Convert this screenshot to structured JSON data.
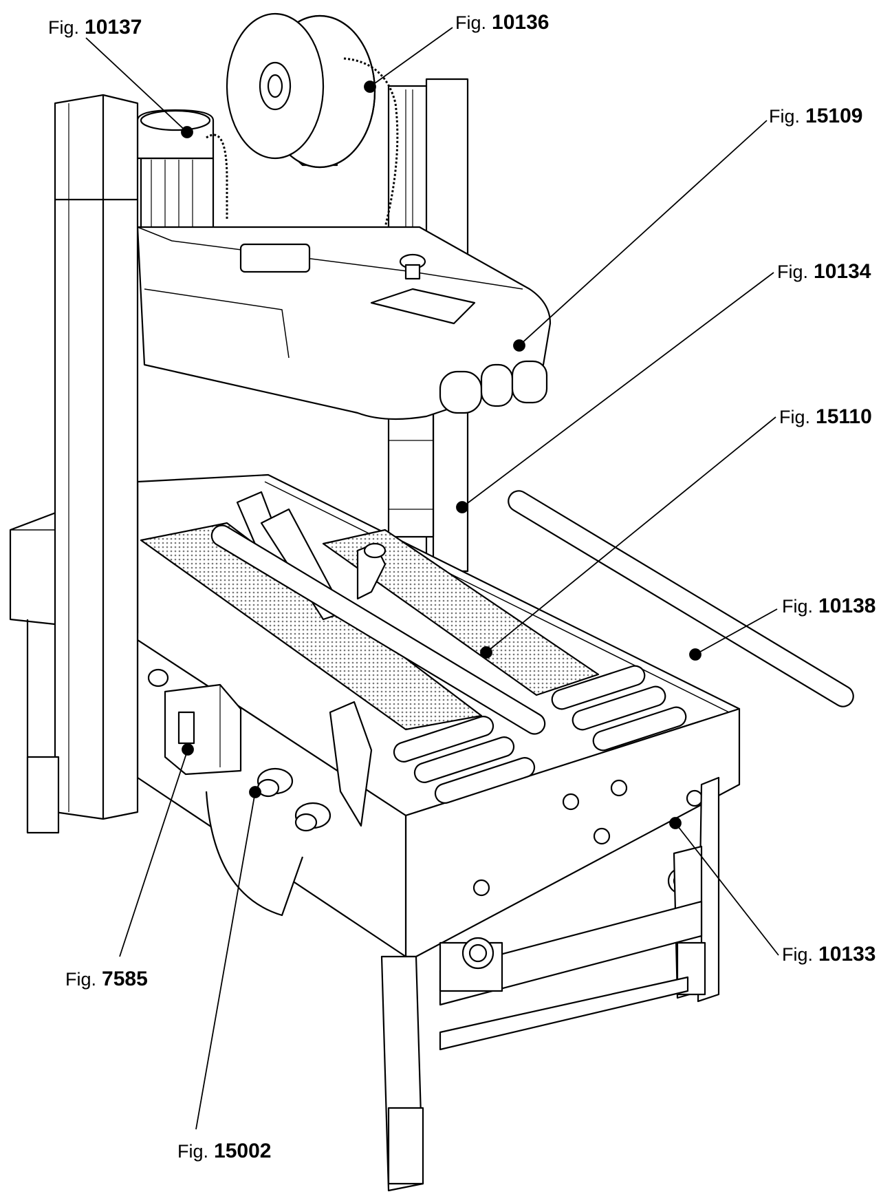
{
  "figure": {
    "description_label": "",
    "callouts": [
      {
        "id": "c10137",
        "prefix": "Fig.",
        "number": "10137"
      },
      {
        "id": "c10136",
        "prefix": "Fig.",
        "number": "10136"
      },
      {
        "id": "c15109",
        "prefix": "Fig.",
        "number": "15109"
      },
      {
        "id": "c10134",
        "prefix": "Fig.",
        "number": "10134"
      },
      {
        "id": "c15110",
        "prefix": "Fig.",
        "number": "15110"
      },
      {
        "id": "c10138",
        "prefix": "Fig.",
        "number": "10138"
      },
      {
        "id": "c10133",
        "prefix": "Fig.",
        "number": "10133"
      },
      {
        "id": "c7585",
        "prefix": "Fig.",
        "number": "7585"
      },
      {
        "id": "c15002",
        "prefix": "Fig.",
        "number": "15002"
      }
    ]
  },
  "colors": {
    "line": "#000000",
    "belt": "#bdbdbd",
    "background": "#ffffff"
  }
}
